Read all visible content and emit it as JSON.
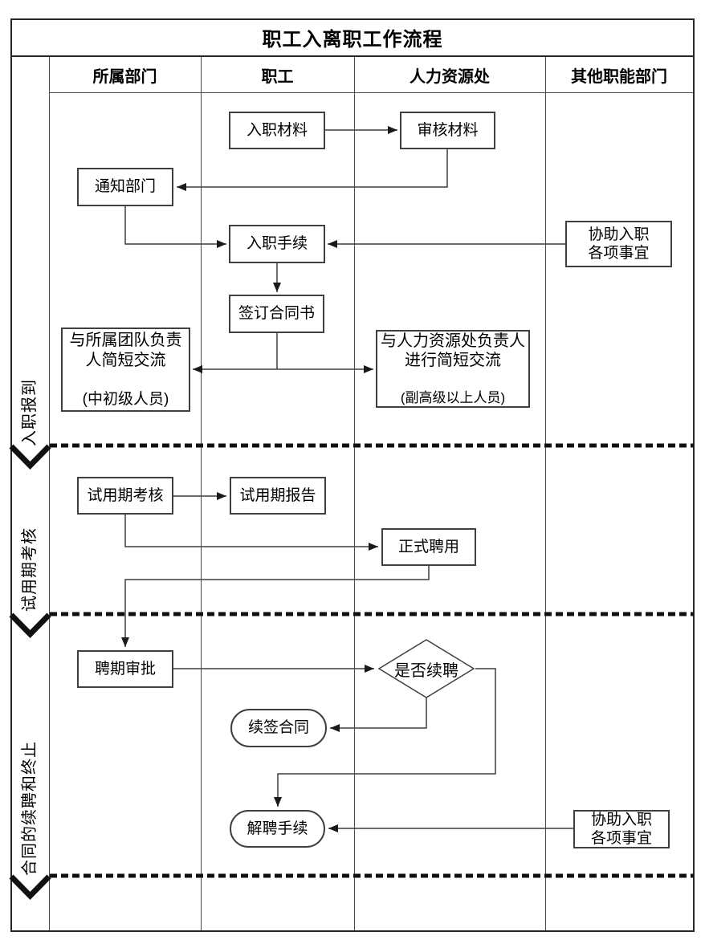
{
  "title": "职工入离职工作流程",
  "columns": [
    {
      "label": "所属部门"
    },
    {
      "label": "职工"
    },
    {
      "label": "人力资源处"
    },
    {
      "label": "其他职能部门"
    }
  ],
  "phases": [
    {
      "label": "入职报到"
    },
    {
      "label": "试用期考核"
    },
    {
      "label": "合同的续聘和终止"
    }
  ],
  "nodes": {
    "onboarding_materials": {
      "label": "入职材料"
    },
    "review_materials": {
      "label": "审核材料"
    },
    "notify_department": {
      "label": "通知部门"
    },
    "onboarding_procedure": {
      "label": "入职手续"
    },
    "assist_onboarding_top": {
      "label": "协助入职\n各项事宜"
    },
    "sign_contract": {
      "label": "签订合同书"
    },
    "team_leader_talk": {
      "label": "与所属团队负责\n人简短交流",
      "sub": "(中初级人员)"
    },
    "hr_leader_talk": {
      "label": "与人力资源处负责人\n进行简短交流",
      "sub": "(副高级以上人员)"
    },
    "probation_review": {
      "label": "试用期考核"
    },
    "probation_report": {
      "label": "试用期报告"
    },
    "formal_hire": {
      "label": "正式聘用"
    },
    "term_approval": {
      "label": "聘期审批"
    },
    "renew_decision": {
      "label": "是否续聘"
    },
    "renew_contract": {
      "label": "续签合同"
    },
    "dismissal_procedure": {
      "label": "解聘手续"
    },
    "assist_onboarding_bottom": {
      "label": "协助入职\n各项事宜"
    }
  },
  "colors": {
    "line": "#4a4a4a",
    "frame": "#262626",
    "dash": "#111111",
    "text": "#000000",
    "background": "#ffffff"
  }
}
